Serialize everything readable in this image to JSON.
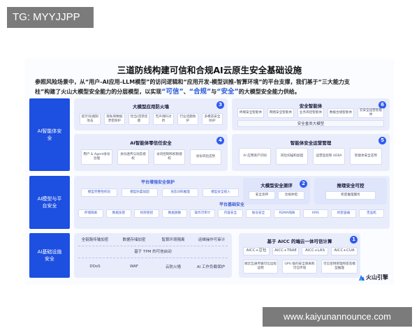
{
  "watermark_top": "TG: MYYJJPP",
  "watermark_bottom": "www.kaiyunannounce.com",
  "title": "三道防线构建可信和合规AI云原生安全基础设施",
  "intro": {
    "line1": "参照风险场景中，从“用户-AI应用-LLM模型”的访问逻辑和“应用开发-模型训推-智算环境”的平台支撑，我们基于“三大能力支",
    "line2_prefix": "柱”构建了火山大模型安全能力的分层模型，以实现",
    "hl1": "“可信”",
    "sep1": "、",
    "hl2": "“合规”",
    "sep2": "与",
    "hl3": "“安全”",
    "line2_suffix": "的大模型安全能力供给。"
  },
  "layers": [
    {
      "label": "AI智能体安全"
    },
    {
      "label": "AI模型与平台安全"
    },
    {
      "label": "AI基础设施安全"
    }
  ],
  "p3": {
    "num": "3",
    "title": "大模型应用防火墙",
    "chips": [
      "提示词/越狱攻击",
      "隐私和数据泄密防护",
      "恰当/违禁话题",
      "无声调码对抗",
      "行业话题防护",
      "多模态安全防护"
    ]
  },
  "p6": {
    "num": "6",
    "title": "安全智能体",
    "chips": [
      "终端安全智能体",
      "网络安全智能体",
      "业务风控智能体",
      "数据合规智能体",
      "云安全运营智能体"
    ],
    "bar": "安全垂类大模型"
  },
  "p4": {
    "num": "4",
    "title": "AI智能体零信任安全",
    "chips": [
      "用户 & Agent身份治理",
      "身份透传与动态授权",
      "访问控制和权限授权",
      "身份风险态势"
    ]
  },
  "p5": {
    "num": "5",
    "title": "智能体安全运营管理",
    "chips": [
      "AI 应用资产识别",
      "风险扫描和加固",
      "运营监控和 UEBA",
      "智能体安全态势"
    ]
  },
  "p_platform": {
    "subtitle1": "平台增强安全保护",
    "row1": [
      "模型完整性校验",
      "模型防篡加固",
      "语态训练推理",
      "模型安全接入"
    ],
    "subtitle2": "平台基础安全",
    "row2": [
      "存储隔离",
      "数据加密",
      "权限管控",
      "数据脱敏",
      "操作可审计",
      "内容安全",
      "账号安全",
      "RDMA隔离",
      "KMS",
      "机密容器",
      "堡垒机"
    ]
  },
  "p2": {
    "num": "2",
    "title": "大模型安全测评",
    "chips": [
      "安全测评",
      "合规体检"
    ]
  },
  "p_reason": {
    "title": "推理安全可控",
    "chips": [
      "机密推理服务"
    ]
  },
  "p_infra": {
    "row1": [
      "全链路传输加密",
      "数据存储加密",
      "智算环境隔离",
      "运维操作可审计"
    ],
    "tpm": "基于 TPM 的可信启动",
    "row3": [
      "DDoS",
      "WAF",
      "云防火墙",
      "AI 工作负载保护"
    ]
  },
  "p1": {
    "num": "1",
    "title": "基于 AICC 的端云一体可信计算",
    "chips": [
      "AICC+豆包",
      "AICC+TRAE",
      "AICC+LAS",
      "AICC+CUA"
    ],
    "chips2": [
      "端云互通传输可信远程证明",
      "GPU 级的安全隔离和可信环境",
      "可信密钥管理和密态模型推理"
    ]
  },
  "logo": "火山引擎",
  "colors": {
    "accent": "#1d4fe0",
    "panel": "#e9ecfb",
    "highlight": "#2a5bdb"
  }
}
